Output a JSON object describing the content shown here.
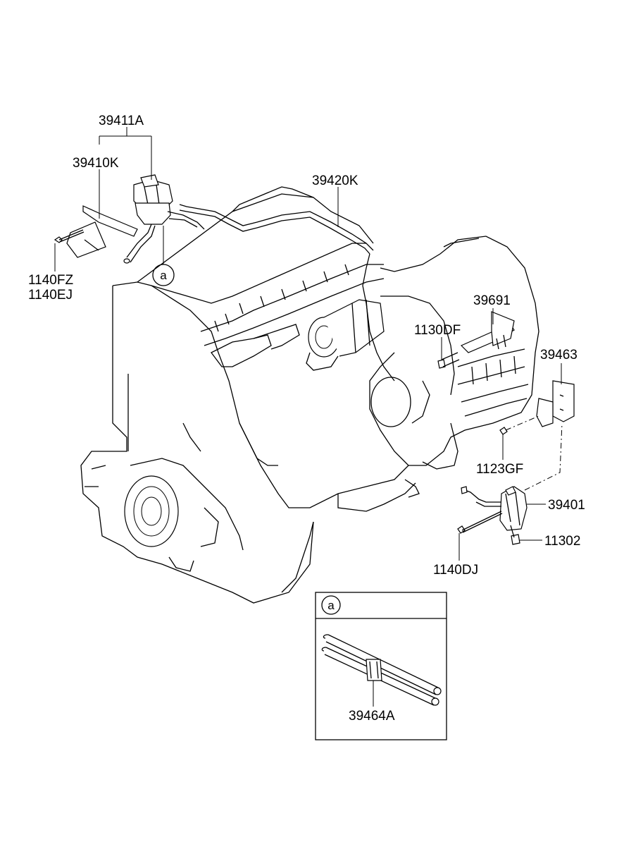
{
  "labels": {
    "p39411A": "39411A",
    "p39410K": "39410K",
    "p39420K": "39420K",
    "p1140FZ": "1140FZ",
    "p1140EJ": "1140EJ",
    "p39691": "39691",
    "p1130DF": "1130DF",
    "p39463": "39463",
    "p1123GF": "1123GF",
    "p39401": "39401",
    "p11302": "11302",
    "p1140DJ": "1140DJ",
    "p39464A": "39464A",
    "ref_a_main": "a",
    "ref_a_inset": "a"
  }
}
